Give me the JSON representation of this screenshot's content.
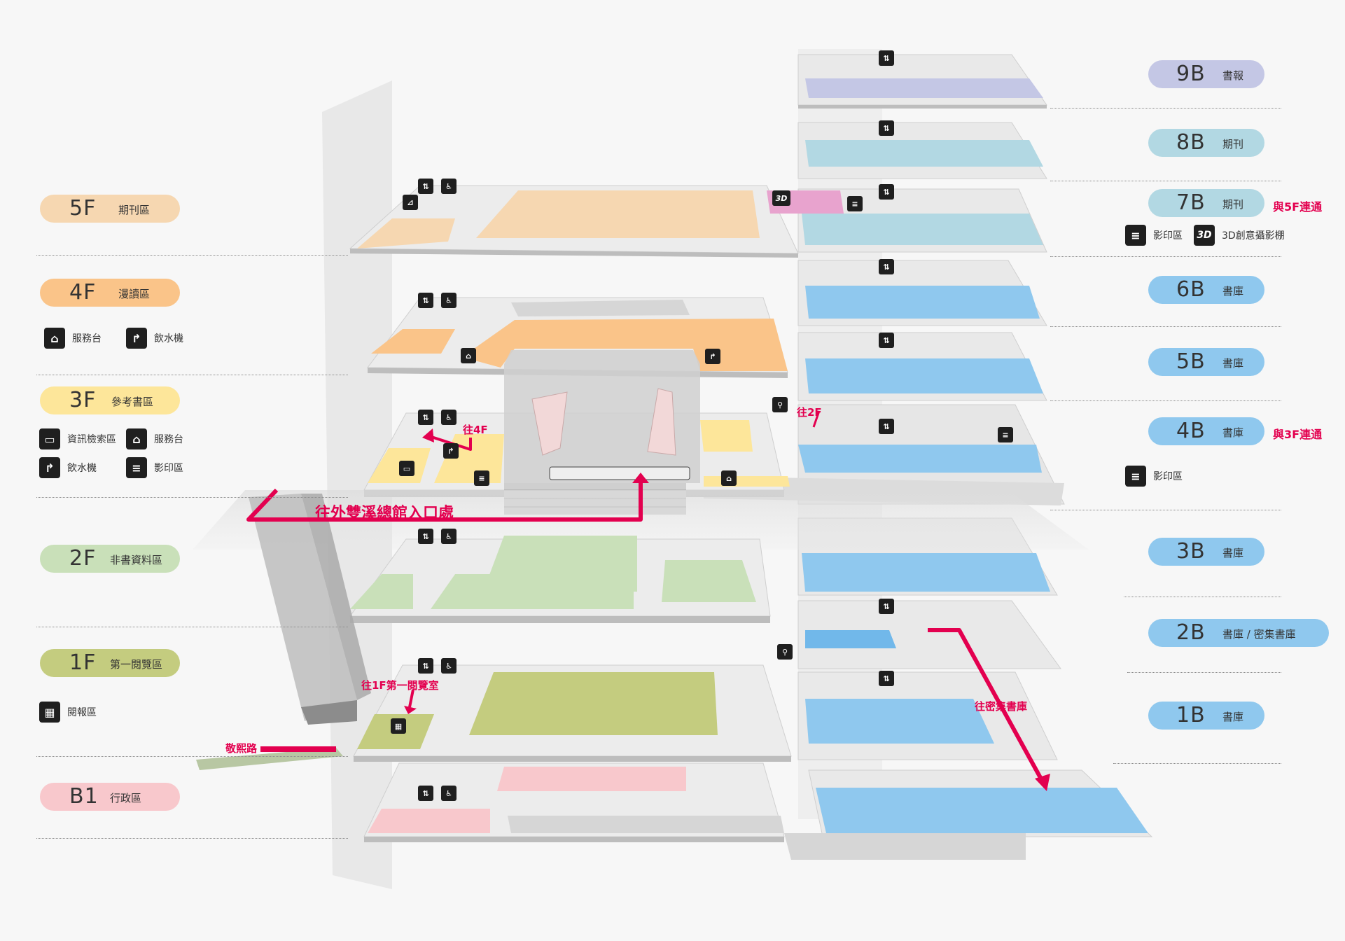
{
  "colors": {
    "accent": "#e3004f",
    "f5": "#f6d7b1",
    "f4": "#fac489",
    "f3": "#fde69a",
    "f2": "#c9e0b9",
    "f1": "#c4cc7f",
    "b1": "#f8c8cc",
    "b9": "#c4c7e5",
    "b78": "#b2d8e3",
    "bstack": "#8fc8ee",
    "bstack_dark": "#71b8ea"
  },
  "left_floors": [
    {
      "code": "5F",
      "name": "期刊區",
      "color": "#f6d7b1"
    },
    {
      "code": "4F",
      "name": "漫讀區",
      "color": "#fac489"
    },
    {
      "code": "3F",
      "name": "參考書區",
      "color": "#fde69a"
    },
    {
      "code": "2F",
      "name": "非書資料區",
      "color": "#c9e0b9"
    },
    {
      "code": "1F",
      "name": "第一閱覽區",
      "color": "#c4cc7f"
    },
    {
      "code": "B1",
      "name": "行政區",
      "color": "#f8c8cc"
    }
  ],
  "right_floors": [
    {
      "code": "9B",
      "name": "書報",
      "color": "#c4c7e5"
    },
    {
      "code": "8B",
      "name": "期刊",
      "color": "#b2d8e3"
    },
    {
      "code": "7B",
      "name": "期刊",
      "color": "#b2d8e3"
    },
    {
      "code": "6B",
      "name": "書庫",
      "color": "#8fc8ee"
    },
    {
      "code": "5B",
      "name": "書庫",
      "color": "#8fc8ee"
    },
    {
      "code": "4B",
      "name": "書庫",
      "color": "#8fc8ee"
    },
    {
      "code": "3B",
      "name": "書庫",
      "color": "#8fc8ee"
    },
    {
      "code": "2B",
      "name": "書庫 / 密集書庫",
      "color": "#8fc8ee"
    },
    {
      "code": "1B",
      "name": "書庫",
      "color": "#8fc8ee"
    }
  ],
  "notes": {
    "b7_connect": "與5F連通",
    "b4_connect": "與3F連通"
  },
  "legends": {
    "f4": [
      {
        "icon": "service-desk-icon",
        "label": "服務台"
      },
      {
        "icon": "water-dispenser-icon",
        "label": "飲水機"
      }
    ],
    "f3": [
      {
        "icon": "computer-search-icon",
        "label": "資訊檢索區"
      },
      {
        "icon": "service-desk-icon",
        "label": "服務台"
      },
      {
        "icon": "water-dispenser-icon",
        "label": "飲水機"
      },
      {
        "icon": "photocopy-icon",
        "label": "影印區"
      }
    ],
    "f1": [
      {
        "icon": "newspaper-reading-icon",
        "label": "閱報區"
      }
    ],
    "b7": [
      {
        "icon": "photocopy-icon",
        "label": "影印區"
      },
      {
        "icon": "3d-booth-icon",
        "label": "3D創意攝影棚",
        "badge": "3D"
      }
    ],
    "b4": [
      {
        "icon": "photocopy-icon",
        "label": "影印區"
      }
    ]
  },
  "map_labels": {
    "to_entrance": "往外雙溪總館入口處",
    "to_4f": "往4F",
    "to_2f": "往2F",
    "to_1f": "往1F第一閱覽室",
    "to_compact": "往密集書庫",
    "road": "敬熙路",
    "badge_3d": "3D"
  }
}
